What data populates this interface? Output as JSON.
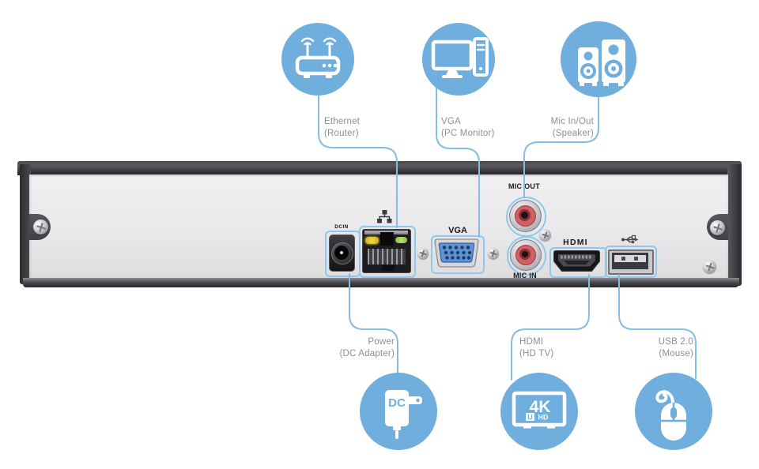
{
  "diagram": {
    "type": "device-rear-panel-connection-diagram",
    "top_callouts": [
      {
        "id": "ethernet",
        "line1": "Ethernet",
        "line2": "(Router)",
        "icon": "router-icon",
        "target_port": "LAN"
      },
      {
        "id": "vga",
        "line1": "VGA",
        "line2": "(PC Monitor)",
        "icon": "pc-monitor-icon",
        "target_port": "VGA"
      },
      {
        "id": "mic",
        "line1": "Mic In/Out",
        "line2": "(Speaker)",
        "icon": "speakers-icon",
        "target_port": "MIC OUT / MIC IN"
      }
    ],
    "bottom_callouts": [
      {
        "id": "power",
        "line1": "Power",
        "line2": "(DC Adapter)",
        "icon": "dc-adapter-icon",
        "target_port": "DCIN"
      },
      {
        "id": "hdmi",
        "line1": "HDMI",
        "line2": "(HD TV)",
        "icon": "4k-uhd-tv-icon",
        "target_port": "HDMI"
      },
      {
        "id": "usb",
        "line1": "USB 2.0",
        "line2": "(Mouse)",
        "icon": "mouse-icon",
        "target_port": "USB"
      }
    ],
    "port_labels": {
      "dc": "DCIN",
      "vga": "VGA",
      "mic_out": "MIC OUT",
      "mic_in": "MIC IN",
      "hdmi": "HDMI"
    },
    "icon_texts": {
      "dc": "DC",
      "tv_4k": "4K",
      "tv_u": "U",
      "tv_hd": "HD"
    }
  },
  "colors": {
    "circle_blue": "#6FAEDD",
    "line_blue": "#85BCE0",
    "label_gray": "#8B9094",
    "panel_face": "#E9E9EC",
    "panel_frame": "#3C3C41",
    "led_yellow": "#E3C937",
    "led_green": "#9FD45A",
    "vga_blue": "#5E92D2",
    "rca_red": "#CF6164"
  }
}
